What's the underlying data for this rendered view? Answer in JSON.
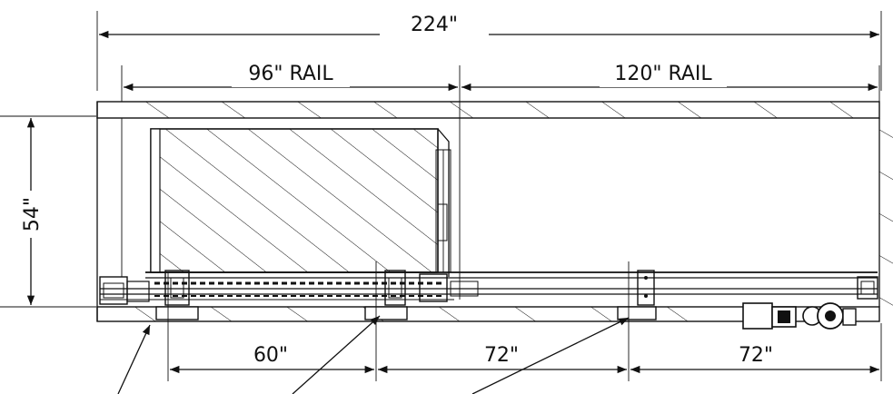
{
  "dimensions": {
    "overall_width": "224\"",
    "rail_96": "96\" RAIL",
    "rail_120": "120\" RAIL",
    "height": "54\"",
    "span_60": "60\"",
    "span_72_a": "72\"",
    "span_72_b": "72\""
  },
  "colors": {
    "line": "#111111",
    "background": "#ffffff"
  }
}
